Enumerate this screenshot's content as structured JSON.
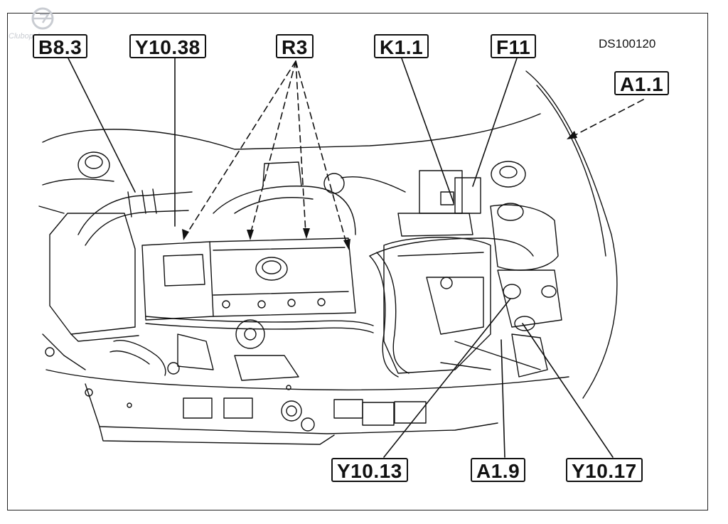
{
  "document_id": "DS100120",
  "watermark": "Clubopel.com",
  "callouts": {
    "b8_3": "B8.3",
    "y10_38": "Y10.38",
    "r3": "R3",
    "k1_1": "K1.1",
    "f11": "F11",
    "a1_1": "A1.1",
    "y10_13": "Y10.13",
    "a1_9": "A1.9",
    "y10_17": "Y10.17"
  },
  "colors": {
    "line": "#111111",
    "background": "#ffffff"
  }
}
